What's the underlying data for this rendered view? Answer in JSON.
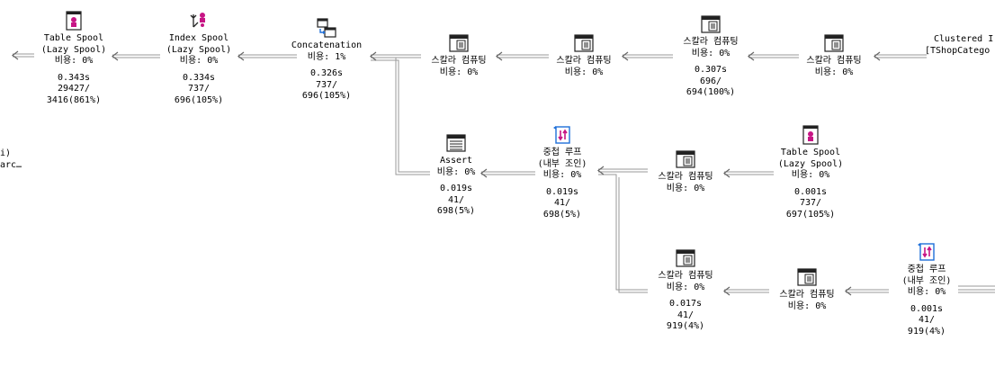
{
  "left_fragment": {
    "lines": [
      "i)",
      "arc…"
    ]
  },
  "nodes": {
    "table_spool_1": {
      "name": "Table Spool",
      "sub": "(Lazy Spool)",
      "cost": "비용: 0%",
      "time": "0.343s",
      "rows": "29427/",
      "est": "3416(861%)",
      "icon": "table-spool"
    },
    "index_spool": {
      "name": "Index Spool",
      "sub": "(Lazy Spool)",
      "cost": "비용: 0%",
      "time": "0.334s",
      "rows": "737/",
      "est": "696(105%)",
      "icon": "index-spool"
    },
    "concatenation": {
      "name": "Concatenation",
      "cost": "비용: 1%",
      "time": "0.326s",
      "rows": "737/",
      "est": "696(105%)",
      "icon": "concatenation"
    },
    "compute_scalar_1": {
      "name": "스칼라 컴퓨팅",
      "cost": "비용: 0%",
      "icon": "compute-scalar"
    },
    "compute_scalar_2": {
      "name": "스칼라 컴퓨팅",
      "cost": "비용: 0%",
      "icon": "compute-scalar"
    },
    "compute_scalar_3": {
      "name": "스칼라 컴퓨팅",
      "cost": "비용: 0%",
      "time": "0.307s",
      "rows": "696/",
      "est": "694(100%)",
      "icon": "compute-scalar"
    },
    "compute_scalar_4": {
      "name": "스칼라 컴퓨팅",
      "cost": "비용: 0%",
      "icon": "compute-scalar"
    },
    "clustered": {
      "name": "Clustered I",
      "sub": "[TShopCatego",
      "icon": "clustered-index"
    },
    "assert": {
      "name": "Assert",
      "cost": "비용: 0%",
      "time": "0.019s",
      "rows": "41/",
      "est": "698(5%)",
      "icon": "assert"
    },
    "nested_loops_1": {
      "name": "중첩 루프",
      "sub": "(내부 조인)",
      "cost": "비용: 0%",
      "time": "0.019s",
      "rows": "41/",
      "est": "698(5%)",
      "icon": "nested-loops"
    },
    "compute_scalar_5": {
      "name": "스칼라 컴퓨팅",
      "cost": "비용: 0%",
      "icon": "compute-scalar"
    },
    "table_spool_2": {
      "name": "Table Spool",
      "sub": "(Lazy Spool)",
      "cost": "비용: 0%",
      "time": "0.001s",
      "rows": "737/",
      "est": "697(105%)",
      "icon": "table-spool"
    },
    "compute_scalar_6": {
      "name": "스칼라 컴퓨팅",
      "cost": "비용: 0%",
      "time": "0.017s",
      "rows": "41/",
      "est": "919(4%)",
      "icon": "compute-scalar"
    },
    "compute_scalar_7": {
      "name": "스칼라 컴퓨팅",
      "cost": "비용: 0%",
      "icon": "compute-scalar"
    },
    "nested_loops_2": {
      "name": "중첩 루프",
      "sub": "(내부 조인)",
      "cost": "비용: 0%",
      "time": "0.001s",
      "rows": "41/",
      "est": "919(4%)",
      "icon": "nested-loops"
    }
  },
  "colors": {
    "icon_accent": "#c71585",
    "icon_dark": "#222222",
    "arrow": "#888888"
  }
}
